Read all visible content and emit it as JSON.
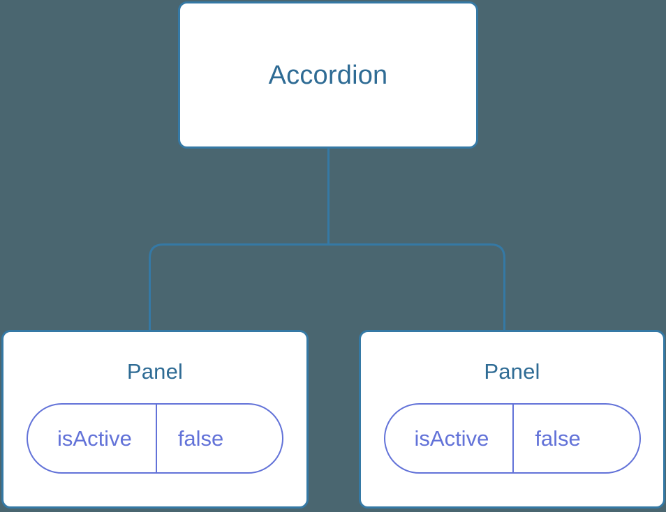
{
  "diagram": {
    "type": "component-tree",
    "background_color": "#4a6670",
    "node_fill_color": "#ffffff",
    "node_border_color": "#3579a5",
    "connector_color": "#3579a5",
    "title_text_color": "#2e6b94",
    "pill_color": "#6272d8"
  },
  "root": {
    "title": "Accordion"
  },
  "children": [
    {
      "title": "Panel",
      "state": {
        "key": "isActive",
        "value": "false"
      }
    },
    {
      "title": "Panel",
      "state": {
        "key": "isActive",
        "value": "false"
      }
    }
  ]
}
